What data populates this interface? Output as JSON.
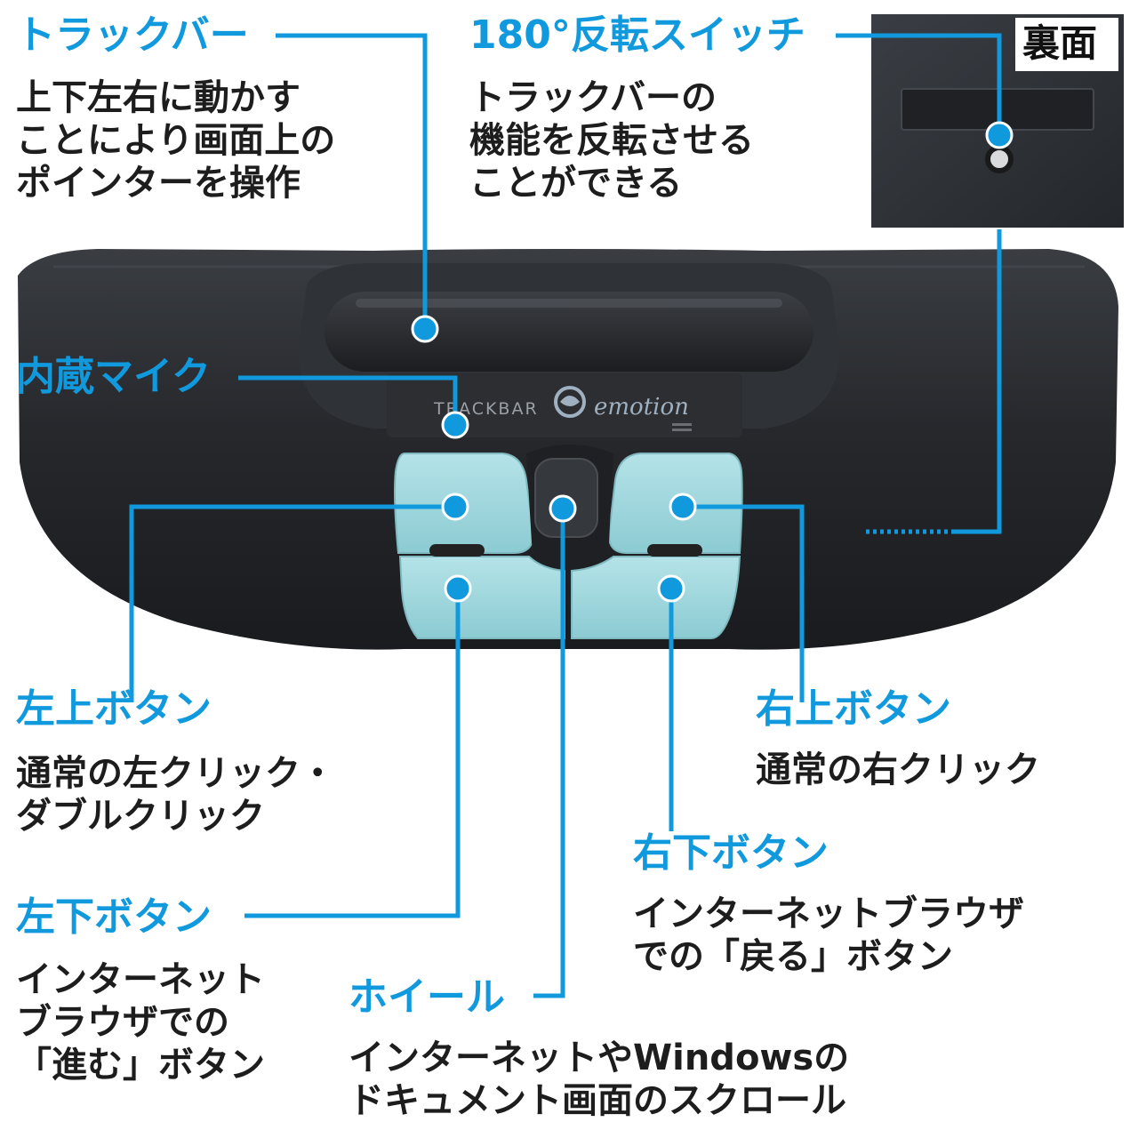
{
  "colors": {
    "accent": "#1199dd",
    "device_body": "#2a2c30",
    "button_face": "#9fd6dc",
    "text": "#1d1d1d"
  },
  "device": {
    "logo_left": "TRACKBAR",
    "logo_right": "emotion"
  },
  "inset": {
    "label": "裏面"
  },
  "callouts": [
    {
      "id": "trackbar",
      "title": "トラックバー",
      "desc": "上下左右に動かす\nことにより画面上の\nポインターを操作"
    },
    {
      "id": "reverse_switch",
      "title": "180°反転スイッチ",
      "desc": "トラックバーの\n機能を反転させる\nことができる"
    },
    {
      "id": "mic",
      "title": "内蔵マイク",
      "desc": ""
    },
    {
      "id": "left_upper",
      "title": "左上ボタン",
      "desc": "通常の左クリック・\nダブルクリック"
    },
    {
      "id": "right_upper",
      "title": "右上ボタン",
      "desc": "通常の右クリック"
    },
    {
      "id": "right_lower",
      "title": "右下ボタン",
      "desc": "インターネットブラウザ\nでの「戻る」ボタン"
    },
    {
      "id": "left_lower",
      "title": "左下ボタン",
      "desc": "インターネット\nブラウザでの\n「進む」ボタン"
    },
    {
      "id": "wheel",
      "title": "ホイール",
      "desc": "インターネットやWindowsの\nドキュメント画面のスクロール"
    }
  ]
}
